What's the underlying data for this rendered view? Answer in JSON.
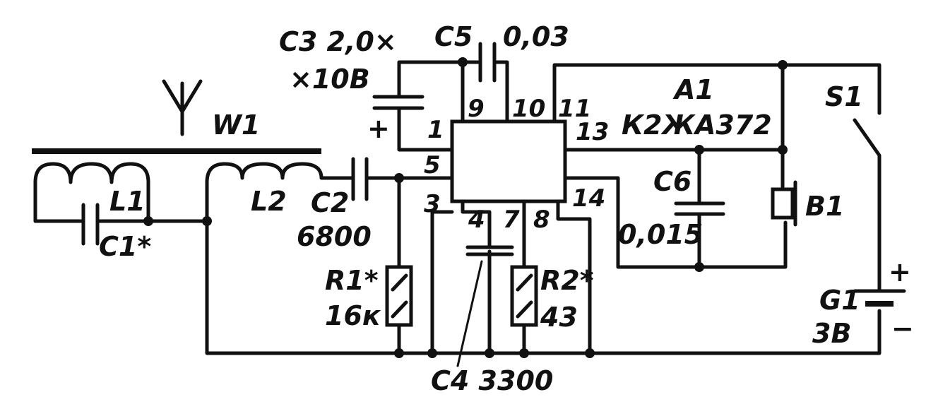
{
  "components": {
    "w1": "W1",
    "l1": "L1",
    "l2": "L2",
    "c1": "C1*",
    "c2": "C2",
    "c2_value": "6800",
    "c3": "C3 2,0×",
    "c3_value": "×10В",
    "c5": "C5",
    "c5_value": "0,03",
    "a1": "A1",
    "a1_part": "К2ЖА372",
    "c6": "C6",
    "c6_value": "0,015",
    "b1": "B1",
    "s1": "S1",
    "g1": "G1",
    "g1_value": "3В",
    "r1": "R1*",
    "r1_value": "16к",
    "r2": "R2*",
    "r2_value": "43",
    "c4": "C4 3300",
    "plus_c3": "+",
    "plus_g1": "+",
    "minus_g1": "−"
  },
  "pins": {
    "p1": "1",
    "p3": "3",
    "p4": "4",
    "p5": "5",
    "p7": "7",
    "p8": "8",
    "p9": "9",
    "p10": "10",
    "p11": "11",
    "p13": "13",
    "p14": "14"
  }
}
